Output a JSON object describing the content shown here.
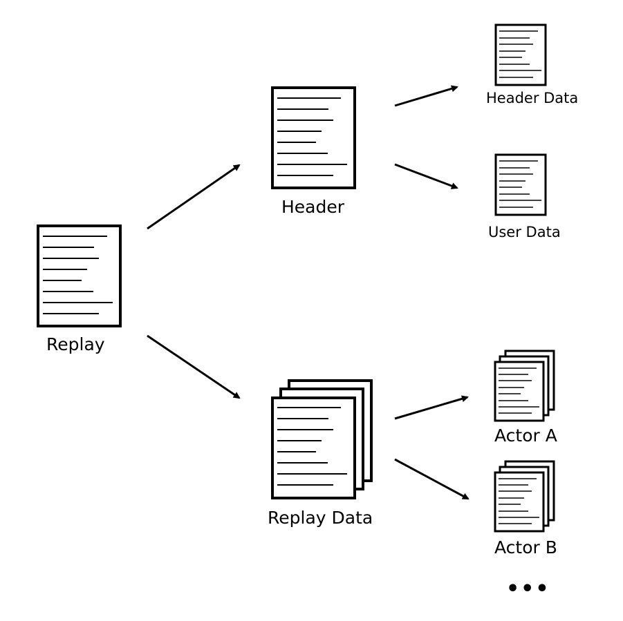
{
  "nodes": {
    "replay": {
      "label": "Replay"
    },
    "header": {
      "label": "Header"
    },
    "replay_data": {
      "label": "Replay Data"
    },
    "header_data": {
      "label": "Header Data"
    },
    "user_data": {
      "label": "User Data"
    },
    "actor_a": {
      "label": "Actor A"
    },
    "actor_b": {
      "label": "Actor B"
    }
  },
  "more_indicator": "•••",
  "colors": {
    "stroke": "#000000",
    "paper": "#ffffff"
  }
}
